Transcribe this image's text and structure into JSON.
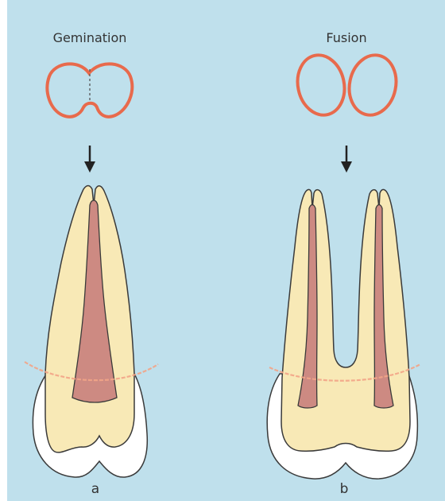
{
  "figure": {
    "background_color": "#bfe0ec",
    "left": {
      "title": "Gemination",
      "letter": "a"
    },
    "right": {
      "title": "Fusion",
      "letter": "b"
    }
  },
  "colors": {
    "outline_red": "#e86a4c",
    "dentin": "#f8e9b6",
    "enamel": "#ffffff",
    "pulp": "#cd8a82",
    "cej_line": "#f2a487",
    "stroke": "#3a3a3a"
  }
}
